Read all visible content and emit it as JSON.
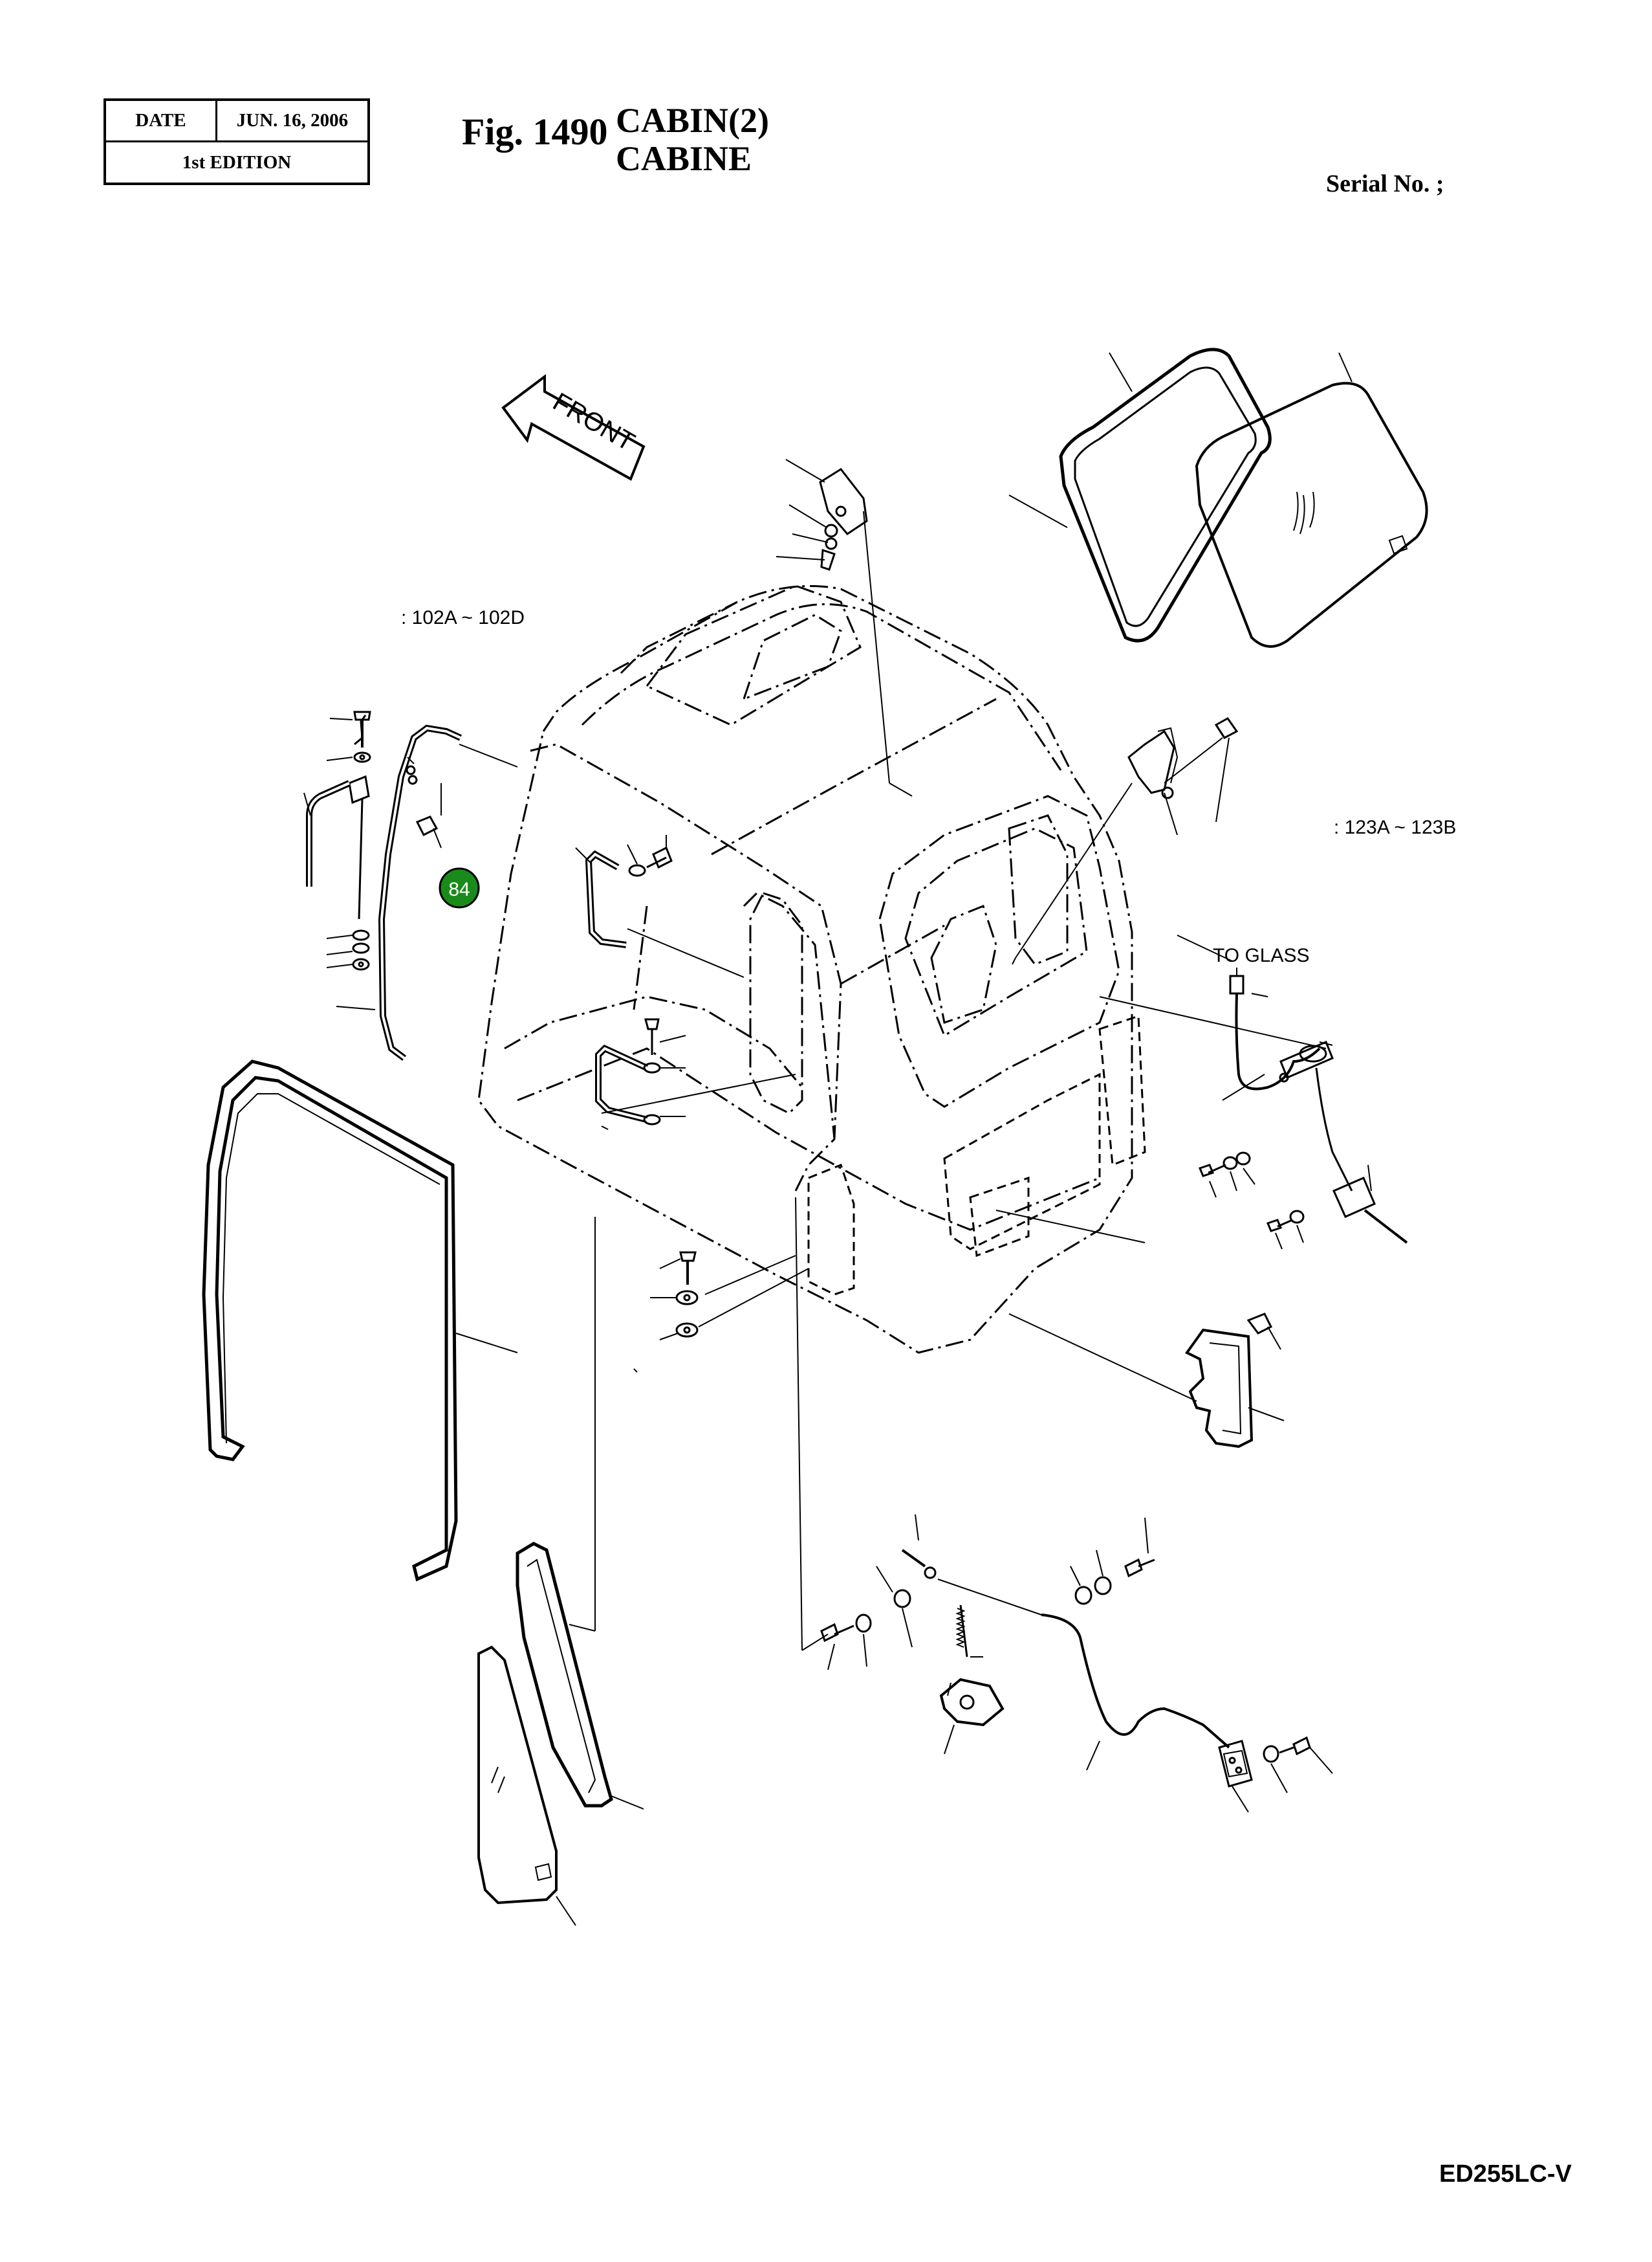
{
  "header": {
    "date_label": "DATE",
    "date_value": "JUN. 16, 2006",
    "edition": "1st EDITION",
    "fig_number": "Fig. 1490",
    "title_en": "CABIN(2)",
    "title_fr": "CABINE",
    "serial_label": "Serial No. ;"
  },
  "diagram": {
    "front_arrow_label": "FRONT",
    "range_note_left": ": 102A ~ 102D",
    "range_note_right": ": 123A ~ 123B",
    "to_glass_label": "TO GLASS",
    "callout_number": "84",
    "callout_color": "#1a8a1a"
  },
  "footer": {
    "model": "ED255LC-V"
  }
}
